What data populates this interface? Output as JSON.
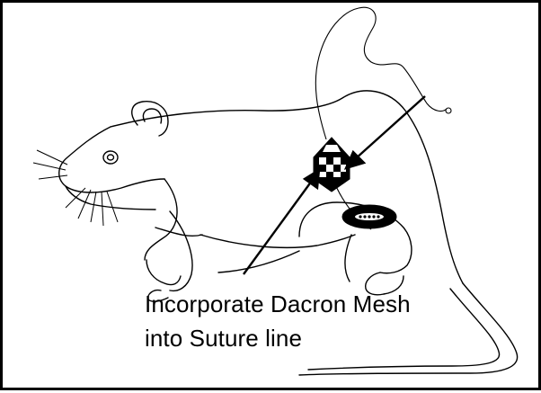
{
  "caption": {
    "line1": "Incorporate Dacron Mesh",
    "line2": "into Suture line"
  },
  "colors": {
    "ink": "#000000",
    "background": "#ffffff"
  },
  "icons": {
    "mesh": "checkered-mesh-patch",
    "implant": "oval-implant-with-circles"
  }
}
